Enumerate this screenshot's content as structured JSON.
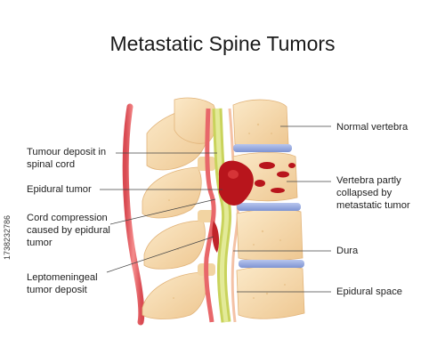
{
  "title": "Metastatic Spine Tumors",
  "labels": {
    "tumour_deposit": "Tumour deposit in\nspinal cord",
    "epidural_tumor": "Epidural tumor",
    "cord_compression": "Cord compression\ncaused by epidural\ntumor",
    "leptomeningeal": "Leptomeningeal\ntumor deposit",
    "normal_vertebra": "Normal vertebra",
    "vertebra_collapsed": "Vertebra partly\ncollapsed by\nmetastatic tumor",
    "dura": "Dura",
    "epidural_space": "Epidural space"
  },
  "watermark": "1738232786",
  "colors": {
    "bone": "#f6dcb0",
    "bone_shade": "#e8c08a",
    "disc": "#9aaee0",
    "cord": "#d7e07a",
    "cord_edge": "#b9c34a",
    "vessel": "#e8676a",
    "tumor": "#b8151c",
    "leader": "#444444"
  }
}
